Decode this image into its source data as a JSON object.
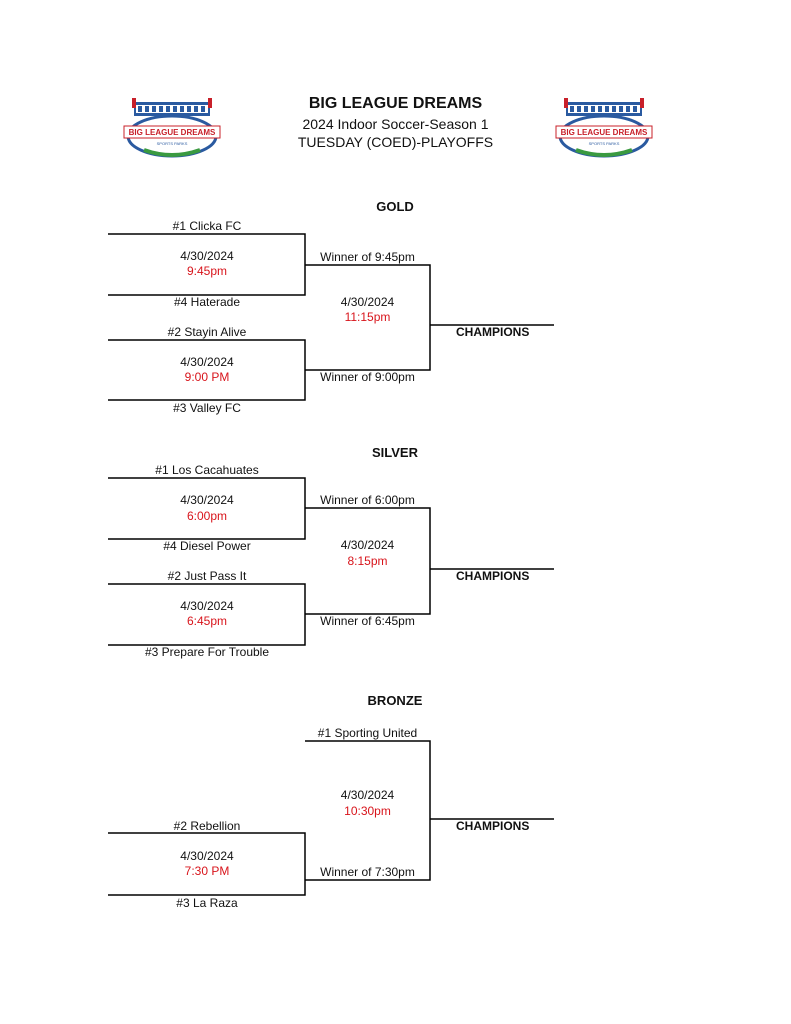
{
  "header": {
    "title": "BIG LEAGUE DREAMS",
    "subtitle": "2024 Indoor Soccer-Season 1",
    "subtitle2": "TUESDAY (COED)-PLAYOFFS",
    "logo_text": "BIG LEAGUE DREAMS",
    "logo_subtext": "SPORTS PARKS"
  },
  "gold": {
    "title": "GOLD",
    "team1": "#1 Clicka FC",
    "game1_date": "4/30/2024",
    "game1_time": "9:45pm",
    "team4": "#4 Haterade",
    "team2": "#2 Stayin Alive",
    "game2_date": "4/30/2024",
    "game2_time": "9:00 PM",
    "team3": "#3 Valley FC",
    "winner_a": "Winner of 9:45pm",
    "final_date": "4/30/2024",
    "final_time": "11:15pm",
    "winner_b": "Winner of 9:00pm",
    "champions": "CHAMPIONS"
  },
  "silver": {
    "title": "SILVER",
    "team1": "#1 Los Cacahuates",
    "game1_date": "4/30/2024",
    "game1_time": "6:00pm",
    "team4": "#4 Diesel Power",
    "team2": "#2 Just Pass It",
    "game2_date": "4/30/2024",
    "game2_time": "6:45pm",
    "team3": "#3 Prepare For Trouble",
    "winner_a": "Winner of 6:00pm",
    "final_date": "4/30/2024",
    "final_time": "8:15pm",
    "winner_b": "Winner of 6:45pm",
    "champions": "CHAMPIONS"
  },
  "bronze": {
    "title": "BRONZE",
    "team1": "#1 Sporting United",
    "final_date": "4/30/2024",
    "final_time": "10:30pm",
    "team2": "#2 Rebellion",
    "game_date": "4/30/2024",
    "game_time": "7:30 PM",
    "team3": "#3 La Raza",
    "winner": "Winner of 7:30pm",
    "champions": "CHAMPIONS"
  }
}
